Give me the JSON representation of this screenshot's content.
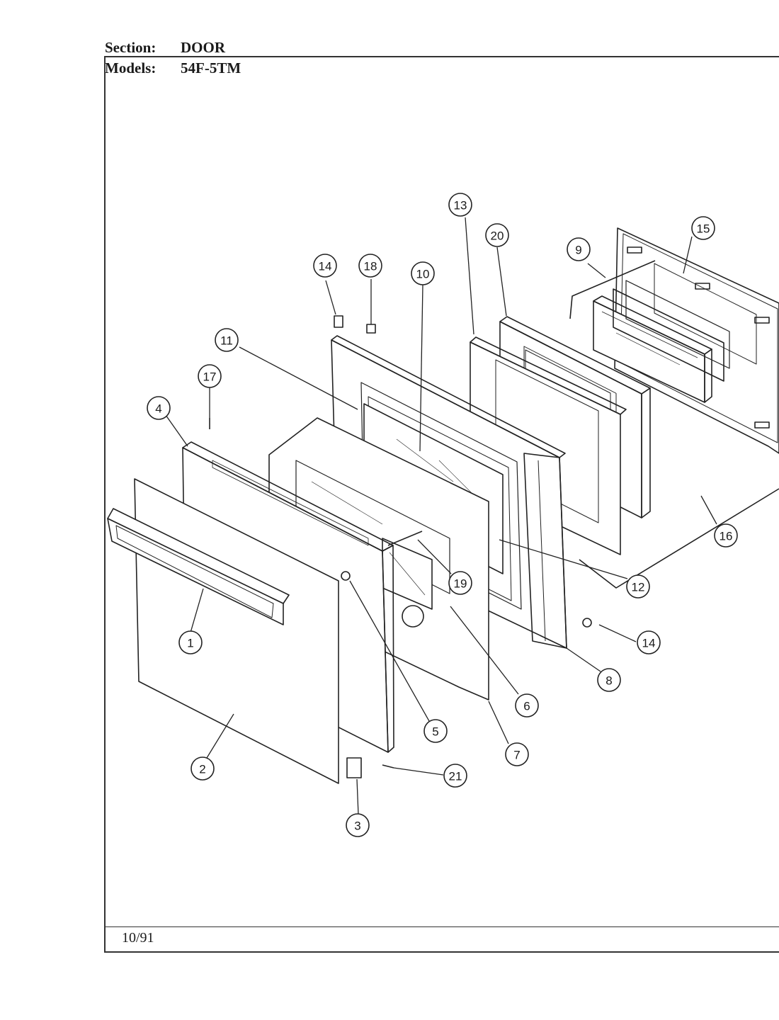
{
  "header": {
    "section_label": "Section:",
    "section_value": "DOOR",
    "models_label": "Models:",
    "models_value": "54F-5TM"
  },
  "footer": {
    "date": "10/91"
  },
  "callouts": [
    {
      "id": "1",
      "label": "1"
    },
    {
      "id": "2",
      "label": "2"
    },
    {
      "id": "3",
      "label": "3"
    },
    {
      "id": "4",
      "label": "4"
    },
    {
      "id": "5",
      "label": "5"
    },
    {
      "id": "6",
      "label": "6"
    },
    {
      "id": "7",
      "label": "7"
    },
    {
      "id": "8",
      "label": "8"
    },
    {
      "id": "9",
      "label": "9"
    },
    {
      "id": "10",
      "label": "10"
    },
    {
      "id": "11",
      "label": "11"
    },
    {
      "id": "12",
      "label": "12"
    },
    {
      "id": "13",
      "label": "13"
    },
    {
      "id": "14a",
      "label": "14"
    },
    {
      "id": "14b",
      "label": "14"
    },
    {
      "id": "15",
      "label": "15"
    },
    {
      "id": "16",
      "label": "16"
    },
    {
      "id": "17",
      "label": "17"
    },
    {
      "id": "18",
      "label": "18"
    },
    {
      "id": "19",
      "label": "19"
    },
    {
      "id": "20",
      "label": "20"
    },
    {
      "id": "21",
      "label": "21"
    }
  ]
}
